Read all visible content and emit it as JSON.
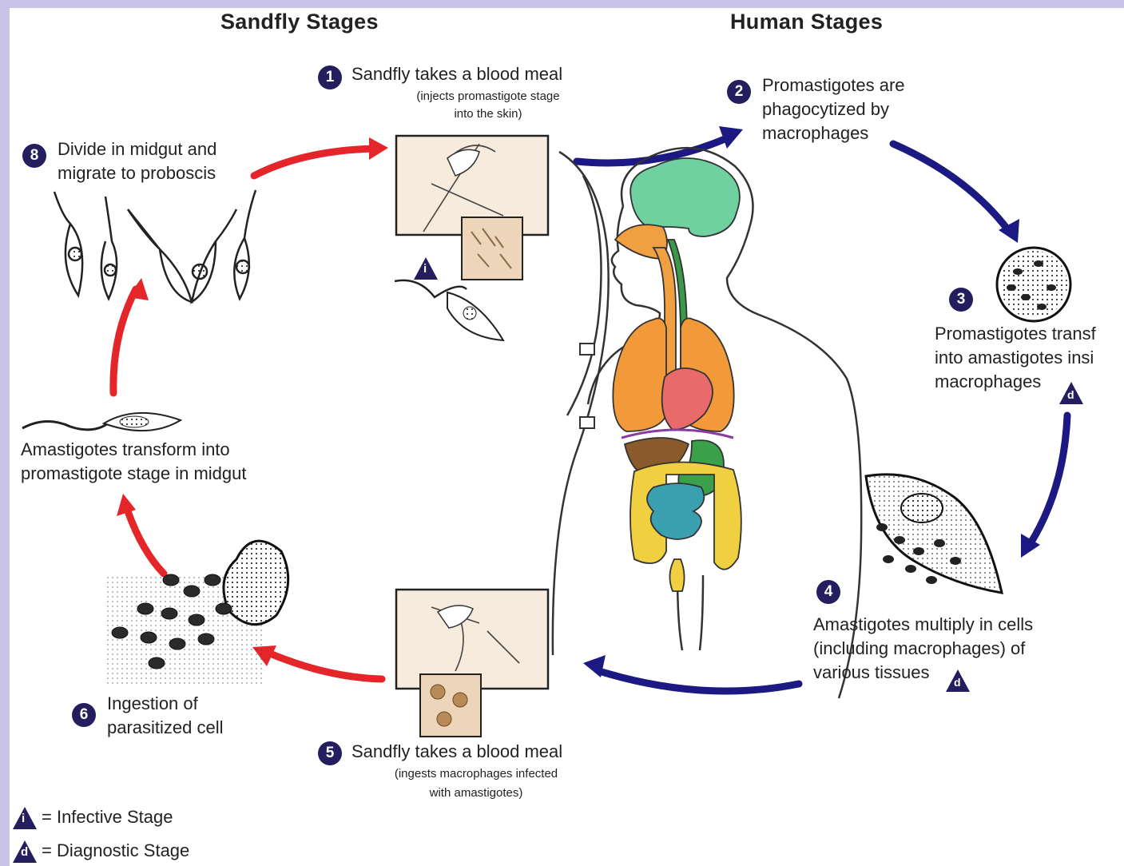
{
  "headings": {
    "sandfly": "Sandfly Stages",
    "human": "Human Stages"
  },
  "steps": [
    {
      "num": "1",
      "label": "Sandfly takes a blood meal",
      "note_line1": "(injects promastigote stage",
      "note_line2": "into the skin)"
    },
    {
      "num": "2",
      "line1": "Promastigotes are",
      "line2": "phagocytized by",
      "line3": "macrophages"
    },
    {
      "num": "3",
      "line1": "Promastigotes transf",
      "line2": "into amastigotes insi",
      "line3": "macrophages"
    },
    {
      "num": "4",
      "line1": "Amastigotes multiply in cells",
      "line2": "(including macrophages) of",
      "line3": "various tissues"
    },
    {
      "num": "5",
      "label": "Sandfly takes a blood meal",
      "note_line1": "(ingests macrophages infected",
      "note_line2": "with amastigotes)"
    },
    {
      "num": "6",
      "line1": "Ingestion of",
      "line2": "parasitized cell"
    },
    {
      "line1": "Amastigotes transform into",
      "line2": "promastigote stage in midgut"
    },
    {
      "num": "8",
      "line1": "Divide in midgut and",
      "line2": "migrate to proboscis"
    }
  ],
  "stage_marks": {
    "infective_letter": "i",
    "diagnostic_letter": "d"
  },
  "legend": {
    "infective": {
      "letter": "i",
      "text": "= Infective Stage"
    },
    "diagnostic": {
      "letter": "d",
      "text": "= Diagnostic Stage"
    }
  },
  "colors": {
    "sandfly_arrow": "#e4262a",
    "human_arrow": "#1c1a82",
    "badge": "#241d5e",
    "background": "#c9c3e8"
  }
}
